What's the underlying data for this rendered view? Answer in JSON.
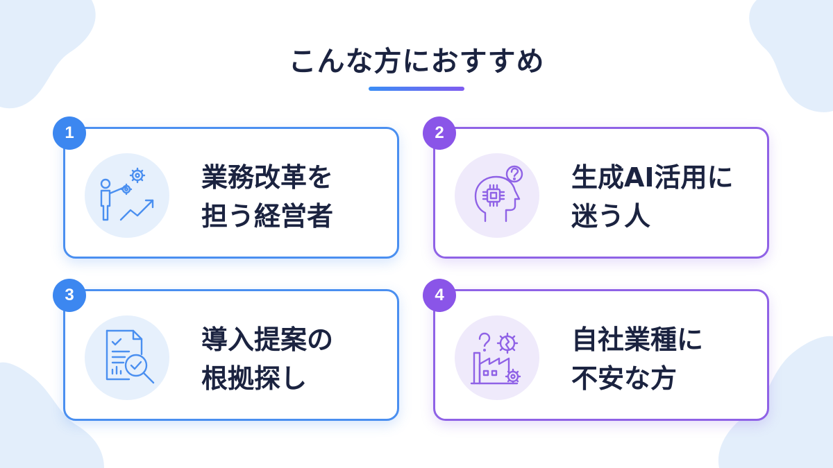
{
  "title": "こんな方におすすめ",
  "colors": {
    "title": "#1b2340",
    "accent_blue": "#3c87f0",
    "accent_purple": "#8a55e8",
    "blob": "#e3eefb"
  },
  "cards": [
    {
      "number": "1",
      "line1": "業務改革を",
      "line2": "担う経営者",
      "icon": "presenter-growth-icon",
      "color": "blue"
    },
    {
      "number": "2",
      "line1": "生成AI活用に",
      "line2": "迷う人",
      "icon": "ai-head-question-icon",
      "color": "purple"
    },
    {
      "number": "3",
      "line1": "導入提案の",
      "line2": "根拠探し",
      "icon": "document-search-icon",
      "color": "blue"
    },
    {
      "number": "4",
      "line1": "自社業種に",
      "line2": "不安な方",
      "icon": "factory-question-icon",
      "color": "purple"
    }
  ]
}
